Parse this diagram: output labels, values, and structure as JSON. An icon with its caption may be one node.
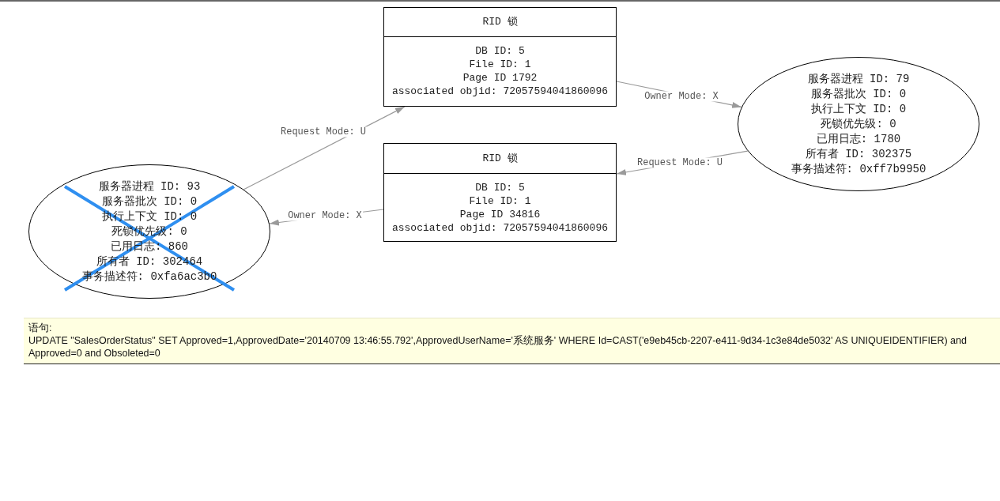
{
  "diagram": {
    "nodes": [
      {
        "text": [
          "RID 锁",
          "DB ID: 5",
          "File ID: 1",
          "Page ID 1792",
          "associated objid: 72057594041860096"
        ]
      },
      {
        "text": [
          "服务器进程 ID: 79",
          "服务器批次 ID: 0",
          "执行上下文 ID: 0",
          "死锁优先级: 0",
          "已用日志: 1780",
          "所有者 ID: 302375",
          "事务描述符: 0xff7b9950"
        ]
      },
      {
        "text": [
          "RID 锁",
          "DB ID: 5",
          "File ID: 1",
          "Page ID 34816",
          "associated objid: 72057594041860096"
        ]
      },
      {
        "text": [
          "服务器进程 ID: 93",
          "服务器批次 ID: 0",
          "执行上下文 ID: 0",
          "死锁优先级: 0",
          "已用日志: 860",
          "所有者 ID: 302464",
          "事务描述符: 0xfa6ac3b0"
        ]
      },
      {
        "text": [
          "语句:",
          "UPDATE \"SalesOrderStatus\" SET Approved=1,ApprovedDate='20140709 13:46:55.792',ApprovedUserName='系统服务' WHERE Id=CAST('e9eb45cb-2207-e411-9d34-1c3e84de5032' AS UNIQUEIDENTIFIER) and Approved=0 and Obsoleted=0"
        ]
      }
    ],
    "edges": [
      {
        "from": 0,
        "to": 1,
        "arrow": "to",
        "label": "Owner Mode: X"
      },
      {
        "from": 1,
        "to": 2,
        "arrow": "to",
        "label": "Request Mode: U"
      },
      {
        "from": 2,
        "to": 3,
        "arrow": "to",
        "label": "Owner Mode: X"
      },
      {
        "from": 3,
        "to": 0,
        "arrow": "to",
        "label": "Request Mode: U"
      }
    ]
  }
}
